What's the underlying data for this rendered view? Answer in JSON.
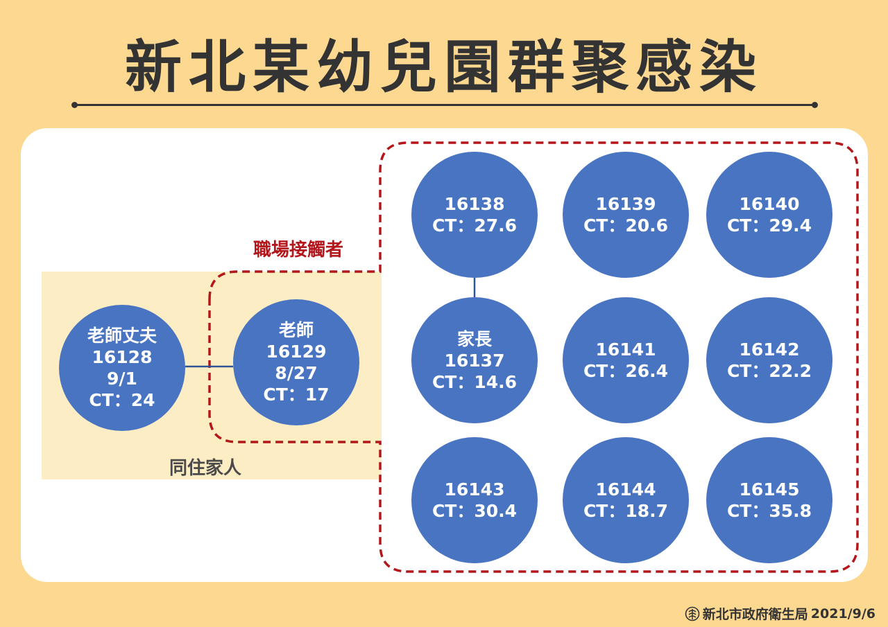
{
  "title": "新北某幼兒園群聚感染",
  "labels": {
    "workplace_contacts": "職場接觸者",
    "household": "同住家人"
  },
  "nodes": [
    {
      "id": "husband",
      "lines": [
        "老師丈夫",
        "16128",
        "9/1",
        "CT：24"
      ]
    },
    {
      "id": "teacher",
      "lines": [
        "老師",
        "16129",
        "8/27",
        "CT：17"
      ]
    },
    {
      "id": "c16138",
      "lines": [
        "16138",
        "CT：27.6"
      ]
    },
    {
      "id": "c16139",
      "lines": [
        "16139",
        "CT：20.6"
      ]
    },
    {
      "id": "c16140",
      "lines": [
        "16140",
        "CT：29.4"
      ]
    },
    {
      "id": "parent",
      "lines": [
        "家長",
        "16137",
        "CT：14.6"
      ]
    },
    {
      "id": "c16141",
      "lines": [
        "16141",
        "CT：26.4"
      ]
    },
    {
      "id": "c16142",
      "lines": [
        "16142",
        "CT：22.2"
      ]
    },
    {
      "id": "c16143",
      "lines": [
        "16143",
        "CT：30.4"
      ]
    },
    {
      "id": "c16144",
      "lines": [
        "16144",
        "CT：18.7"
      ]
    },
    {
      "id": "c16145",
      "lines": [
        "16145",
        "CT：35.8"
      ]
    }
  ],
  "links": [
    {
      "from": "husband",
      "to": "teacher"
    },
    {
      "from": "c16138",
      "to": "parent"
    }
  ],
  "footer": {
    "source": "新北市政府衛生局",
    "date": "2021/9/6"
  },
  "colors": {
    "background": "#fcd891",
    "node": "#4874c2",
    "dashed_border": "#b3161b",
    "household_band": "#fdedc4"
  }
}
